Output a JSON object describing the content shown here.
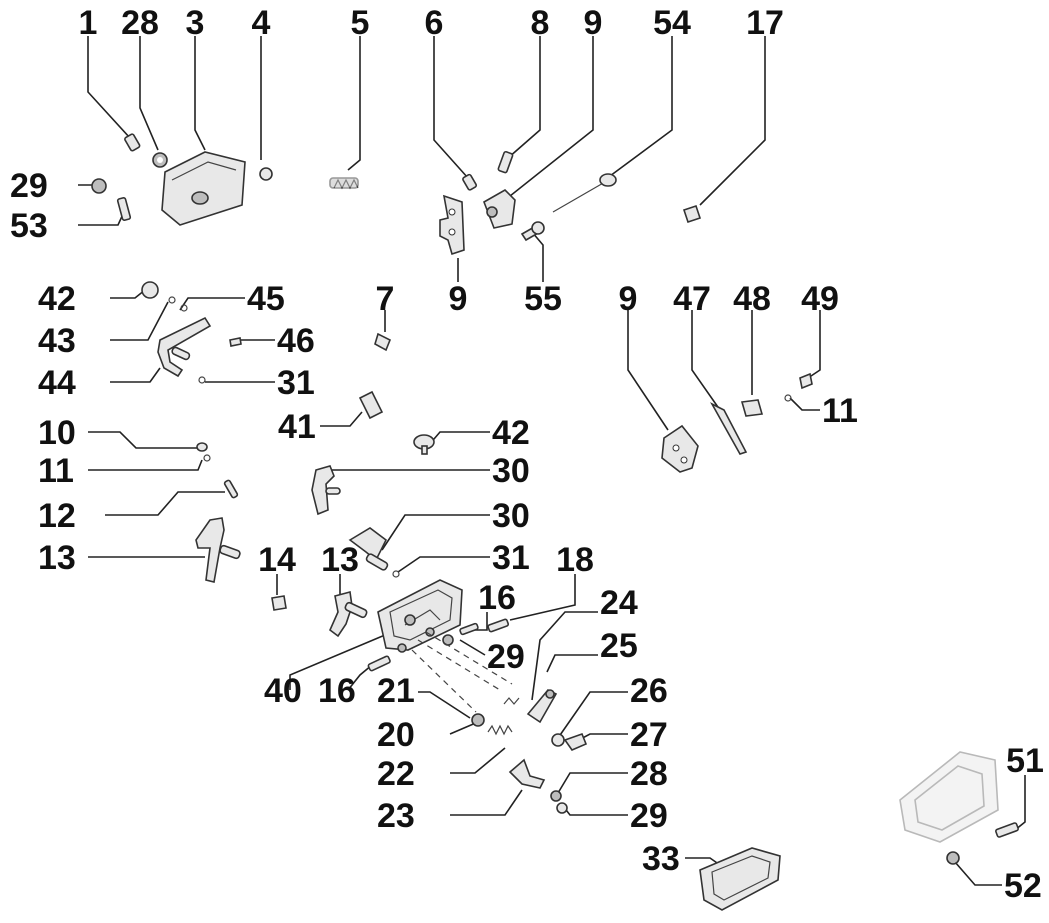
{
  "diagram": {
    "labels": {
      "l1": "1",
      "l28a": "28",
      "l3": "3",
      "l4": "4",
      "l5": "5",
      "l6": "6",
      "l8": "8",
      "l9a": "9",
      "l54": "54",
      "l17": "17",
      "l29a": "29",
      "l53": "53",
      "l42a": "42",
      "l45": "45",
      "l7": "7",
      "l9b": "9",
      "l55": "55",
      "l9c": "9",
      "l47": "47",
      "l48": "48",
      "l49": "49",
      "l43": "43",
      "l46": "46",
      "l44": "44",
      "l31a": "31",
      "l41": "41",
      "l11b": "11",
      "l10": "10",
      "l42b": "42",
      "l11a": "11",
      "l30a": "30",
      "l12": "12",
      "l30b": "30",
      "l13a": "13",
      "l31b": "31",
      "l18": "18",
      "l14": "14",
      "l13b": "13",
      "l16a": "16",
      "l24": "24",
      "l25": "25",
      "l29b": "29",
      "l40": "40",
      "l16b": "16",
      "l21": "21",
      "l26": "26",
      "l20": "20",
      "l27": "27",
      "l22": "22",
      "l28b": "28",
      "l51": "51",
      "l23": "23",
      "l29c": "29",
      "l33": "33",
      "l52": "52"
    }
  }
}
